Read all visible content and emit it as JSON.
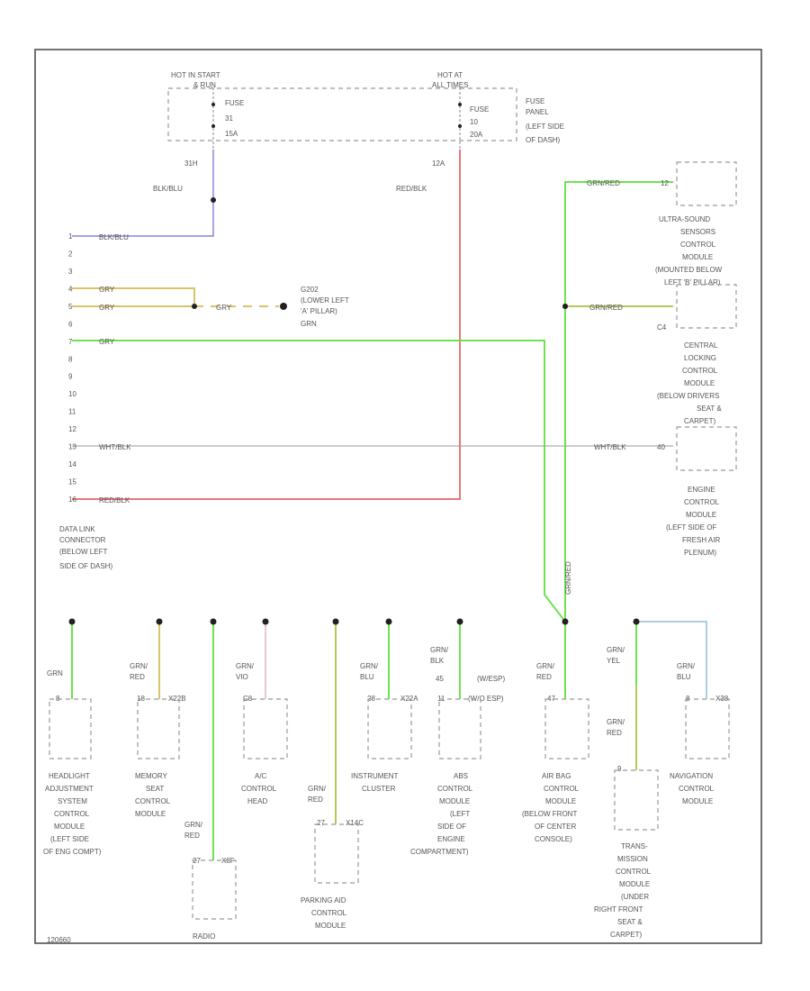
{
  "fuses": {
    "left": {
      "header": "HOT IN START",
      "header2": "& RUN",
      "label1": "FUSE",
      "label2": "31",
      "label3": "15A",
      "pin": "31H"
    },
    "right": {
      "header": "HOT AT",
      "header2": "ALL TIMES",
      "label1": "FUSE",
      "label2": "10",
      "label3": "20A",
      "pin": "12A"
    },
    "panel": [
      "FUSE",
      "PANEL",
      "(LEFT SIDE",
      "OF DASH)"
    ]
  },
  "wire_labels": {
    "fuse31": "BLK/BLU",
    "fuse10": "RED/BLK",
    "dlc_pin1": "BLK/BLU",
    "dlc_pin4": "GRY",
    "dlc_pin5": "GRY",
    "splice_gry": "GRY",
    "dlc_pin7": "GRY",
    "dlc_pin13": "WHT/BLK",
    "dlc_pin16": "RED/BLK",
    "ecm_wire": "WHT/BLK",
    "cl_wire": "GRN/RED",
    "us_wire": "GRN/RED",
    "vertical_grnred": "GRN/RED"
  },
  "dlc": {
    "pins": [
      "1",
      "2",
      "3",
      "4",
      "5",
      "6",
      "7",
      "8",
      "9",
      "10",
      "11",
      "12",
      "13",
      "14",
      "15",
      "16"
    ],
    "label": [
      "DATA LINK",
      "CONNECTOR",
      "(BELOW LEFT",
      "SIDE OF DASH)"
    ]
  },
  "ground": [
    "G202",
    "(LOWER LEFT",
    "'A' PILLAR)",
    "GRN"
  ],
  "modules_right": [
    {
      "pin": "12",
      "label": [
        "ULTRA-SOUND",
        "SENSORS",
        "CONTROL",
        "MODULE",
        "(MOUNTED BELOW",
        "LEFT 'B' PILLAR)"
      ]
    },
    {
      "pin": "C4",
      "label": [
        "CENTRAL",
        "LOCKING",
        "CONTROL",
        "MODULE",
        "(BELOW DRIVERS",
        "SEAT &",
        "CARPET)"
      ]
    },
    {
      "pin": "40",
      "label": [
        "ENGINE",
        "CONTROL",
        "MODULE",
        "(LEFT SIDE OF",
        "FRESH AIR",
        "PLENUM)"
      ]
    }
  ],
  "modules_bottom": [
    {
      "wire": "GRN",
      "pin": "8",
      "label": [
        "HEADLIGHT",
        "ADJUSTMENT",
        "SYSTEM",
        "CONTROL",
        "MODULE",
        "(LEFT SIDE",
        "OF ENG COMPT)"
      ]
    },
    {
      "wire": [
        "GRN/",
        "RED"
      ],
      "pin": "18",
      "conn": "X22B",
      "label": [
        "MEMORY",
        "SEAT",
        "CONTROL",
        "MODULE"
      ]
    },
    {
      "wire": [
        "GRN/",
        "RED"
      ],
      "pin": "27",
      "conn": "X8F",
      "label": [
        "RADIO"
      ]
    },
    {
      "wire": [
        "GRN/",
        "VIO"
      ],
      "pin": "C8",
      "label": [
        "A/C",
        "CONTROL",
        "HEAD"
      ]
    },
    {
      "wire": [
        "GRN/",
        "RED"
      ],
      "pin": "27",
      "conn": "X14C",
      "label": [
        "PARKING AID",
        "CONTROL",
        "MODULE"
      ]
    },
    {
      "wire": [
        "GRN/",
        "BLU"
      ],
      "pin": "28",
      "conn": "X22A",
      "label": [
        "INSTRUMENT",
        "CLUSTER"
      ]
    },
    {
      "wire": [
        "GRN/",
        "BLK"
      ],
      "pin": "45",
      "conn": "(W/ESP)",
      "pin2": "11",
      "conn2": "(W/O ESP)",
      "label": [
        "ABS",
        "CONTROL",
        "MODULE",
        "(LEFT",
        "SIDE OF",
        "ENGINE",
        "COMPARTMENT)"
      ]
    },
    {
      "wire": [
        "GRN/",
        "RED"
      ],
      "pin": "47",
      "label": [
        "AIR BAG",
        "CONTROL",
        "MODULE",
        "(BELOW FRONT",
        "OF CENTER",
        "CONSOLE)"
      ]
    },
    {
      "wire": [
        "GRN/",
        "YEL"
      ],
      "wire2": [
        "GRN/",
        "RED"
      ],
      "pin": "9",
      "label": [
        "TRANS-",
        "MISSION",
        "CONTROL",
        "MODULE",
        "(UNDER",
        "RIGHT FRONT",
        "SEAT &",
        "CARPET)"
      ]
    },
    {
      "wire": [
        "GRN/",
        "BLU"
      ],
      "pin": "8",
      "conn": "X38",
      "label": [
        "NAVIGATION",
        "CONTROL",
        "MODULE"
      ]
    }
  ],
  "footer_code": "120660",
  "colors": {
    "green": "#6fe34f",
    "red": "#e8656b",
    "blue": "#6b6bd8",
    "yellow": "#d9c46a",
    "olive": "#b9c75a",
    "pink": "#d8a4b4",
    "lightblue": "#8fc0dc",
    "gray": "#9a9a9a"
  }
}
